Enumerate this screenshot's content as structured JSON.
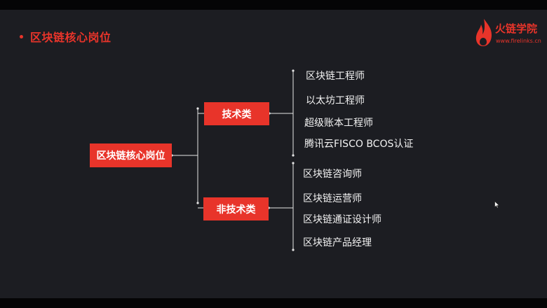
{
  "header": {
    "title": "区块链核心岗位",
    "logo": {
      "name": "火链学院",
      "url": "www.firelinks.cn",
      "icon": "flame-icon"
    }
  },
  "diagram": {
    "root": "区块链核心岗位",
    "branches": [
      {
        "label": "技术类",
        "items": [
          "区块链工程师",
          "以太坊工程师",
          "超级账本工程师",
          "腾讯云FISCO BCOS认证"
        ]
      },
      {
        "label": "非技术类",
        "items": [
          "区块链咨询师",
          "区块链运营师",
          "区块链通证设计师",
          "区块链产品经理"
        ]
      }
    ]
  },
  "colors": {
    "accent": "#e8342a",
    "background": "#1c1d22",
    "text": "#f2f2f2",
    "connector": "#e6e6e6"
  }
}
